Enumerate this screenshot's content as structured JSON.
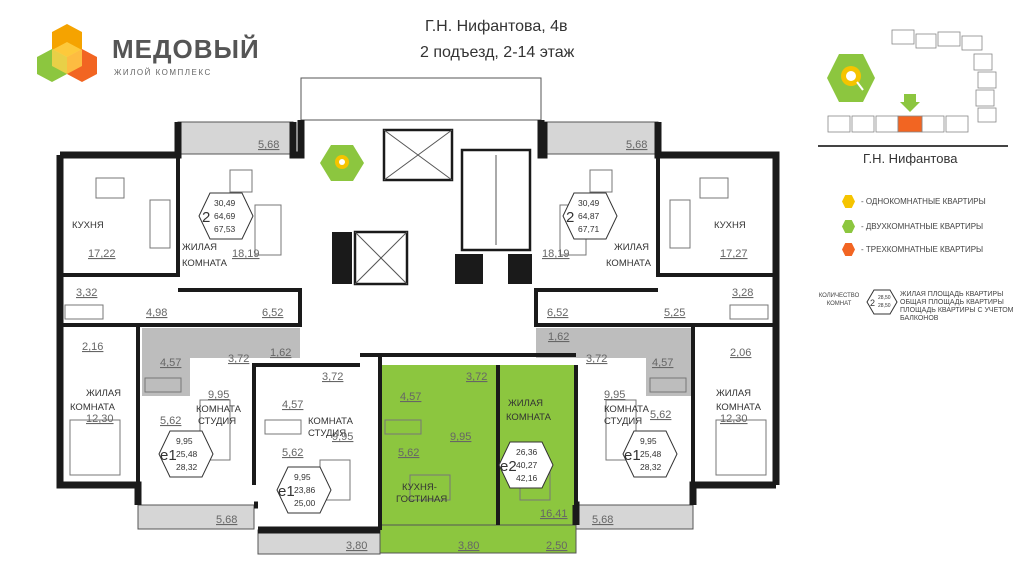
{
  "brand": {
    "name": "МЕДОВЫЙ",
    "subtitle": "ЖИЛОЙ КОМПЛЕКС"
  },
  "header": {
    "address": "Г.Н. Нифантова, 4в",
    "section": "2 подъезд, 2-14 этаж"
  },
  "site_map": {
    "street": "Г.Н. Нифантова"
  },
  "legend": [
    {
      "color": "#f5c400",
      "label": "- ОДНОКОМНАТНЫЕ КВАРТИРЫ"
    },
    {
      "color": "#8cc63f",
      "label": "- ДВУХКОМНАТНЫЕ КВАРТИРЫ"
    },
    {
      "color": "#f26522",
      "label": "- ТРЕХКОМНАТНЫЕ КВАРТИРЫ"
    }
  ],
  "key": {
    "left_label": "КОЛИЧЕСТВО КОМНАТ",
    "sample_values": [
      "28,50",
      "28,50"
    ],
    "lines": [
      "ЖИЛАЯ ПЛОЩАДЬ КВАРТИРЫ",
      "ОБЩАЯ ПЛОЩАДЬ КВАРТИРЫ",
      "ПЛОЩАДЬ КВАРТИРЫ С УЧЕТОМ",
      "БАЛКОНОВ"
    ]
  },
  "labels": {
    "kitchen": "КУХНЯ",
    "living1": "ЖИЛАЯ",
    "living2": "КОМНАТА",
    "studio1": "КОМНАТА",
    "studio2": "СТУДИЯ",
    "kg1": "КУХНЯ-",
    "kg2": "ГОСТИНАЯ"
  },
  "areas": {
    "a568_tl": "5,68",
    "a568_tr": "5,68",
    "a1722": "17,22",
    "a1727": "17,27",
    "a1819_l": "18,19",
    "a1819_r": "18,19",
    "a332": "3,32",
    "a328": "3,28",
    "a498": "4,98",
    "a652_l": "6,52",
    "a652_r": "6,52",
    "a525": "5,25",
    "a216": "2,16",
    "a206": "2,06",
    "a457_l": "4,57",
    "a372_l": "3,72",
    "a162_l": "1,62",
    "a162_r": "1,62",
    "a372_r": "3,72",
    "a457_r": "4,57",
    "a1230_l": "12,30",
    "a1230_r": "12,30",
    "a995_l": "9,95",
    "a995_r": "9,95",
    "a562_l": "5,62",
    "a562_r": "5,62",
    "a568_bl": "5,68",
    "a568_br": "5,68",
    "a457_cl": "4,57",
    "a372_cl": "3,72",
    "a995_cl": "9,95",
    "a562_cl": "5,62",
    "a380_l": "3,80",
    "a457_g": "4,57",
    "a372_g": "3,72",
    "a995_g": "9,95",
    "a562_g": "5,62",
    "a380_g": "3,80",
    "a1641": "16,41",
    "a250": "2,50"
  },
  "badges": [
    {
      "type": "2",
      "values": [
        "30,49",
        "64,69",
        "67,53"
      ]
    },
    {
      "type": "2",
      "values": [
        "30,49",
        "64,87",
        "67,71"
      ]
    },
    {
      "type": "e1",
      "values": [
        "9,95",
        "25,48",
        "28,32"
      ]
    },
    {
      "type": "e1",
      "values": [
        "9,95",
        "23,86",
        "25,00"
      ]
    },
    {
      "type": "e2",
      "values": [
        "26,36",
        "40,27",
        "42,16"
      ]
    },
    {
      "type": "e1",
      "values": [
        "9,95",
        "25,48",
        "28,32"
      ]
    }
  ],
  "colors": {
    "one_room": "#f5c400",
    "two_room": "#8cc63f",
    "three_room": "#f26522",
    "wall": "#1a1a1a",
    "balcony": "#d0d0d0"
  }
}
